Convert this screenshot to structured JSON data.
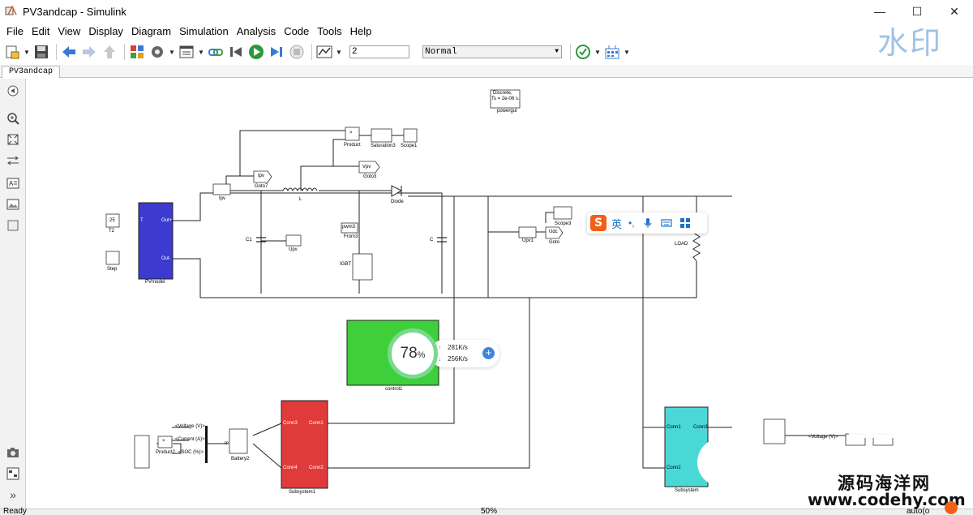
{
  "window": {
    "title": "PV3andcap - Simulink",
    "minimize": "—",
    "maximize": "☐",
    "close": "✕"
  },
  "menu": [
    "File",
    "Edit",
    "View",
    "Display",
    "Diagram",
    "Simulation",
    "Analysis",
    "Code",
    "Tools",
    "Help"
  ],
  "toolbar": {
    "stop_time": "2",
    "sim_mode": "Normal"
  },
  "tab": {
    "label": "PV3andcap"
  },
  "diagram": {
    "powergui": {
      "line1": "Discrete,",
      "line2": "Ts = 2e-06 s.",
      "name": "powergui"
    },
    "blocks": {
      "product": "Product",
      "saturation": "Saturation3",
      "scope1": "Scope1",
      "ipv_meas": "Ipv",
      "goto7": "Goto7",
      "goto7_tag": "Ipv",
      "goto3": "Goto3",
      "goto3_tag": "Vpv",
      "inductor": "L",
      "diode": "Diode",
      "const_t": "25",
      "const_t_name": "T2",
      "step": "Step",
      "pvmodel": "PVmodel",
      "pv_port_t": "T",
      "pv_port_out1": "Out+",
      "pv_port_out2": "Out-",
      "c1": "C1",
      "upv": "Upv",
      "from": "From3",
      "from_tag": "pwm3",
      "igbt": "IGBT",
      "cap_c": "C",
      "upv1": "Upv1",
      "goto": "Goto",
      "goto_tag": "Udc",
      "scope3": "Scope3",
      "load": "LOAD",
      "control": "control1",
      "subsystem1": "Subsystem1",
      "subsystem": "Subsystem",
      "conn1": "Conn1",
      "conn2": "Conn2",
      "conn3": "Conn3",
      "conn4": "Conn4",
      "battery": "Battery2",
      "product2": "Product2",
      "bus_v": "<Voltage (V)>",
      "bus_i": "<Current (A)>",
      "bus_soc": "<SOC (%)>",
      "bus_v2": "<Voltage (V)>",
      "m_port": "m",
      "mult": "×"
    }
  },
  "status": {
    "left": "Ready",
    "zoom": "50%",
    "solver": "auto(o"
  },
  "overlays": {
    "watermark_top": "水印",
    "ime_logo": "S",
    "ime_mode": "英",
    "ime_punct": "•,",
    "speed_percent": "78",
    "speed_unit": "%",
    "upload": "281K/s",
    "download": "256K/s",
    "upload_arrow": "↑",
    "download_arrow": "↓",
    "plus": "+",
    "watermark_cn": "源码海洋网",
    "watermark_url": "www.codehy.com"
  },
  "colors": {
    "pv_block": "#3d3ad0",
    "control_block": "#3fcf3b",
    "subsystem1_block": "#e03a3a",
    "subsystem_block": "#4ad8d6",
    "accent_ime": "#f06018"
  }
}
